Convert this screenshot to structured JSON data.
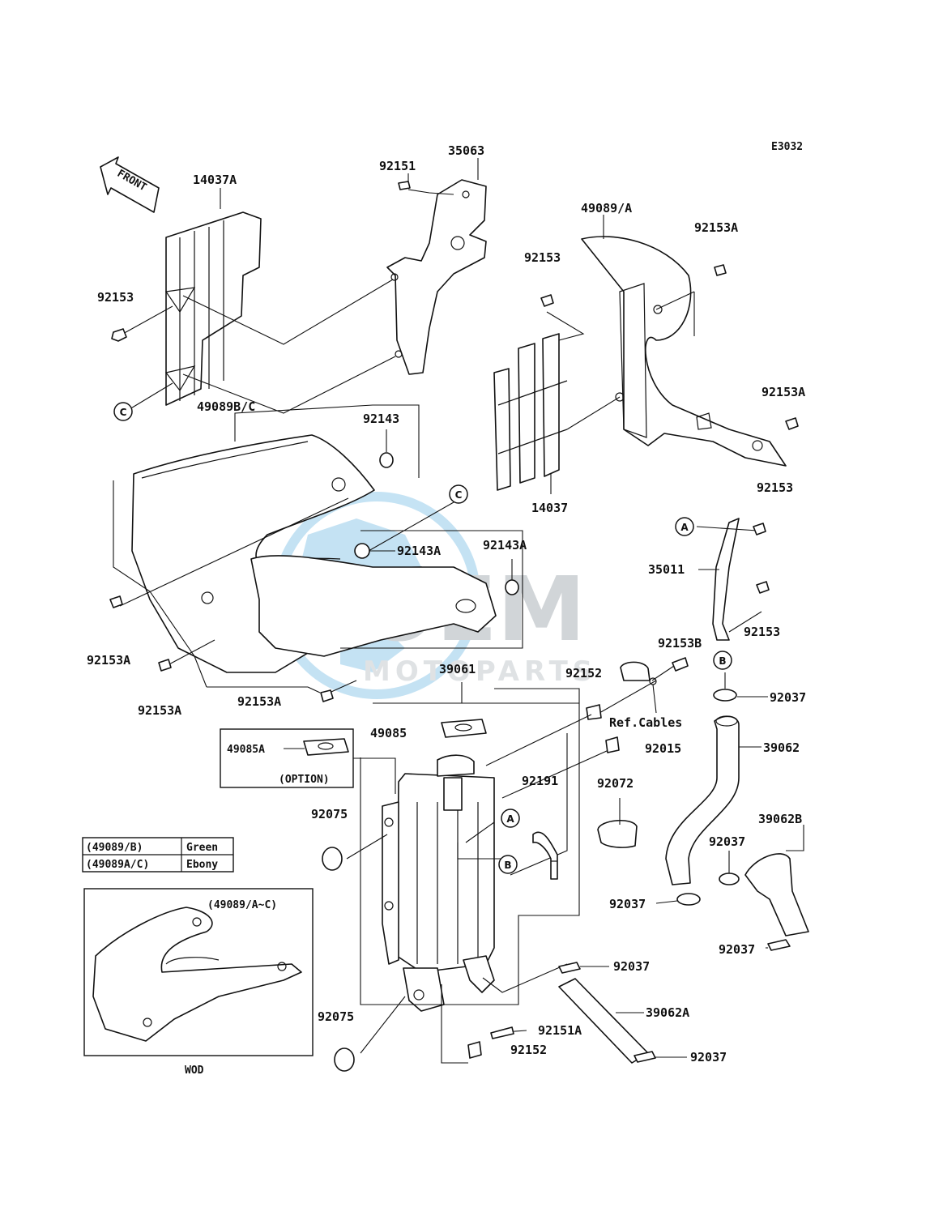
{
  "diagram_code": "E3032",
  "front_label": "FRONT",
  "watermark": {
    "logo": "OEM",
    "sub": "MOTOPARTS"
  },
  "part_labels": {
    "p35063": "35063",
    "p92151": "92151",
    "p14037A": "14037A",
    "p92153_a": "92153",
    "p49089BC": "49089B/C",
    "p92143": "92143",
    "p49089A": "49089/A",
    "p92153A_a": "92153A",
    "p92153_b": "92153",
    "p92153A_b": "92153A",
    "p14037": "14037",
    "p92153_c": "92153",
    "p92143A_a": "92143A",
    "p92143A_b": "92143A",
    "p35011": "35011",
    "p92153_d": "92153",
    "p92153A_c": "92153A",
    "p92153A_d": "92153A",
    "p92153A_e": "92153A",
    "p92153B": "92153B",
    "p39061": "39061",
    "p92152_a": "92152",
    "p92037_a": "92037",
    "ref_cables": "Ref.Cables",
    "p49085": "49085",
    "p92015": "92015",
    "p39062": "39062",
    "p49085A": "49085A",
    "option": "(OPTION)",
    "p92191": "92191",
    "p92072": "92072",
    "p92075_a": "92075",
    "p39062B": "39062B",
    "p92037_b": "92037",
    "p92037_c": "92037",
    "p92037_d": "92037",
    "p92037_e": "92037",
    "p39062A": "39062A",
    "p92075_b": "92075",
    "p92151A": "92151A",
    "p92152_b": "92152",
    "p92037_f": "92037"
  },
  "callouts": {
    "a": "A",
    "b": "B",
    "c": "C"
  },
  "color_table": {
    "rows": [
      {
        "code": "(49089/B)",
        "color": "Green"
      },
      {
        "code": "(49089A/C)",
        "color": "Ebony"
      }
    ]
  },
  "inset": {
    "title": "(49089/A~C)",
    "caption": "WOD"
  }
}
